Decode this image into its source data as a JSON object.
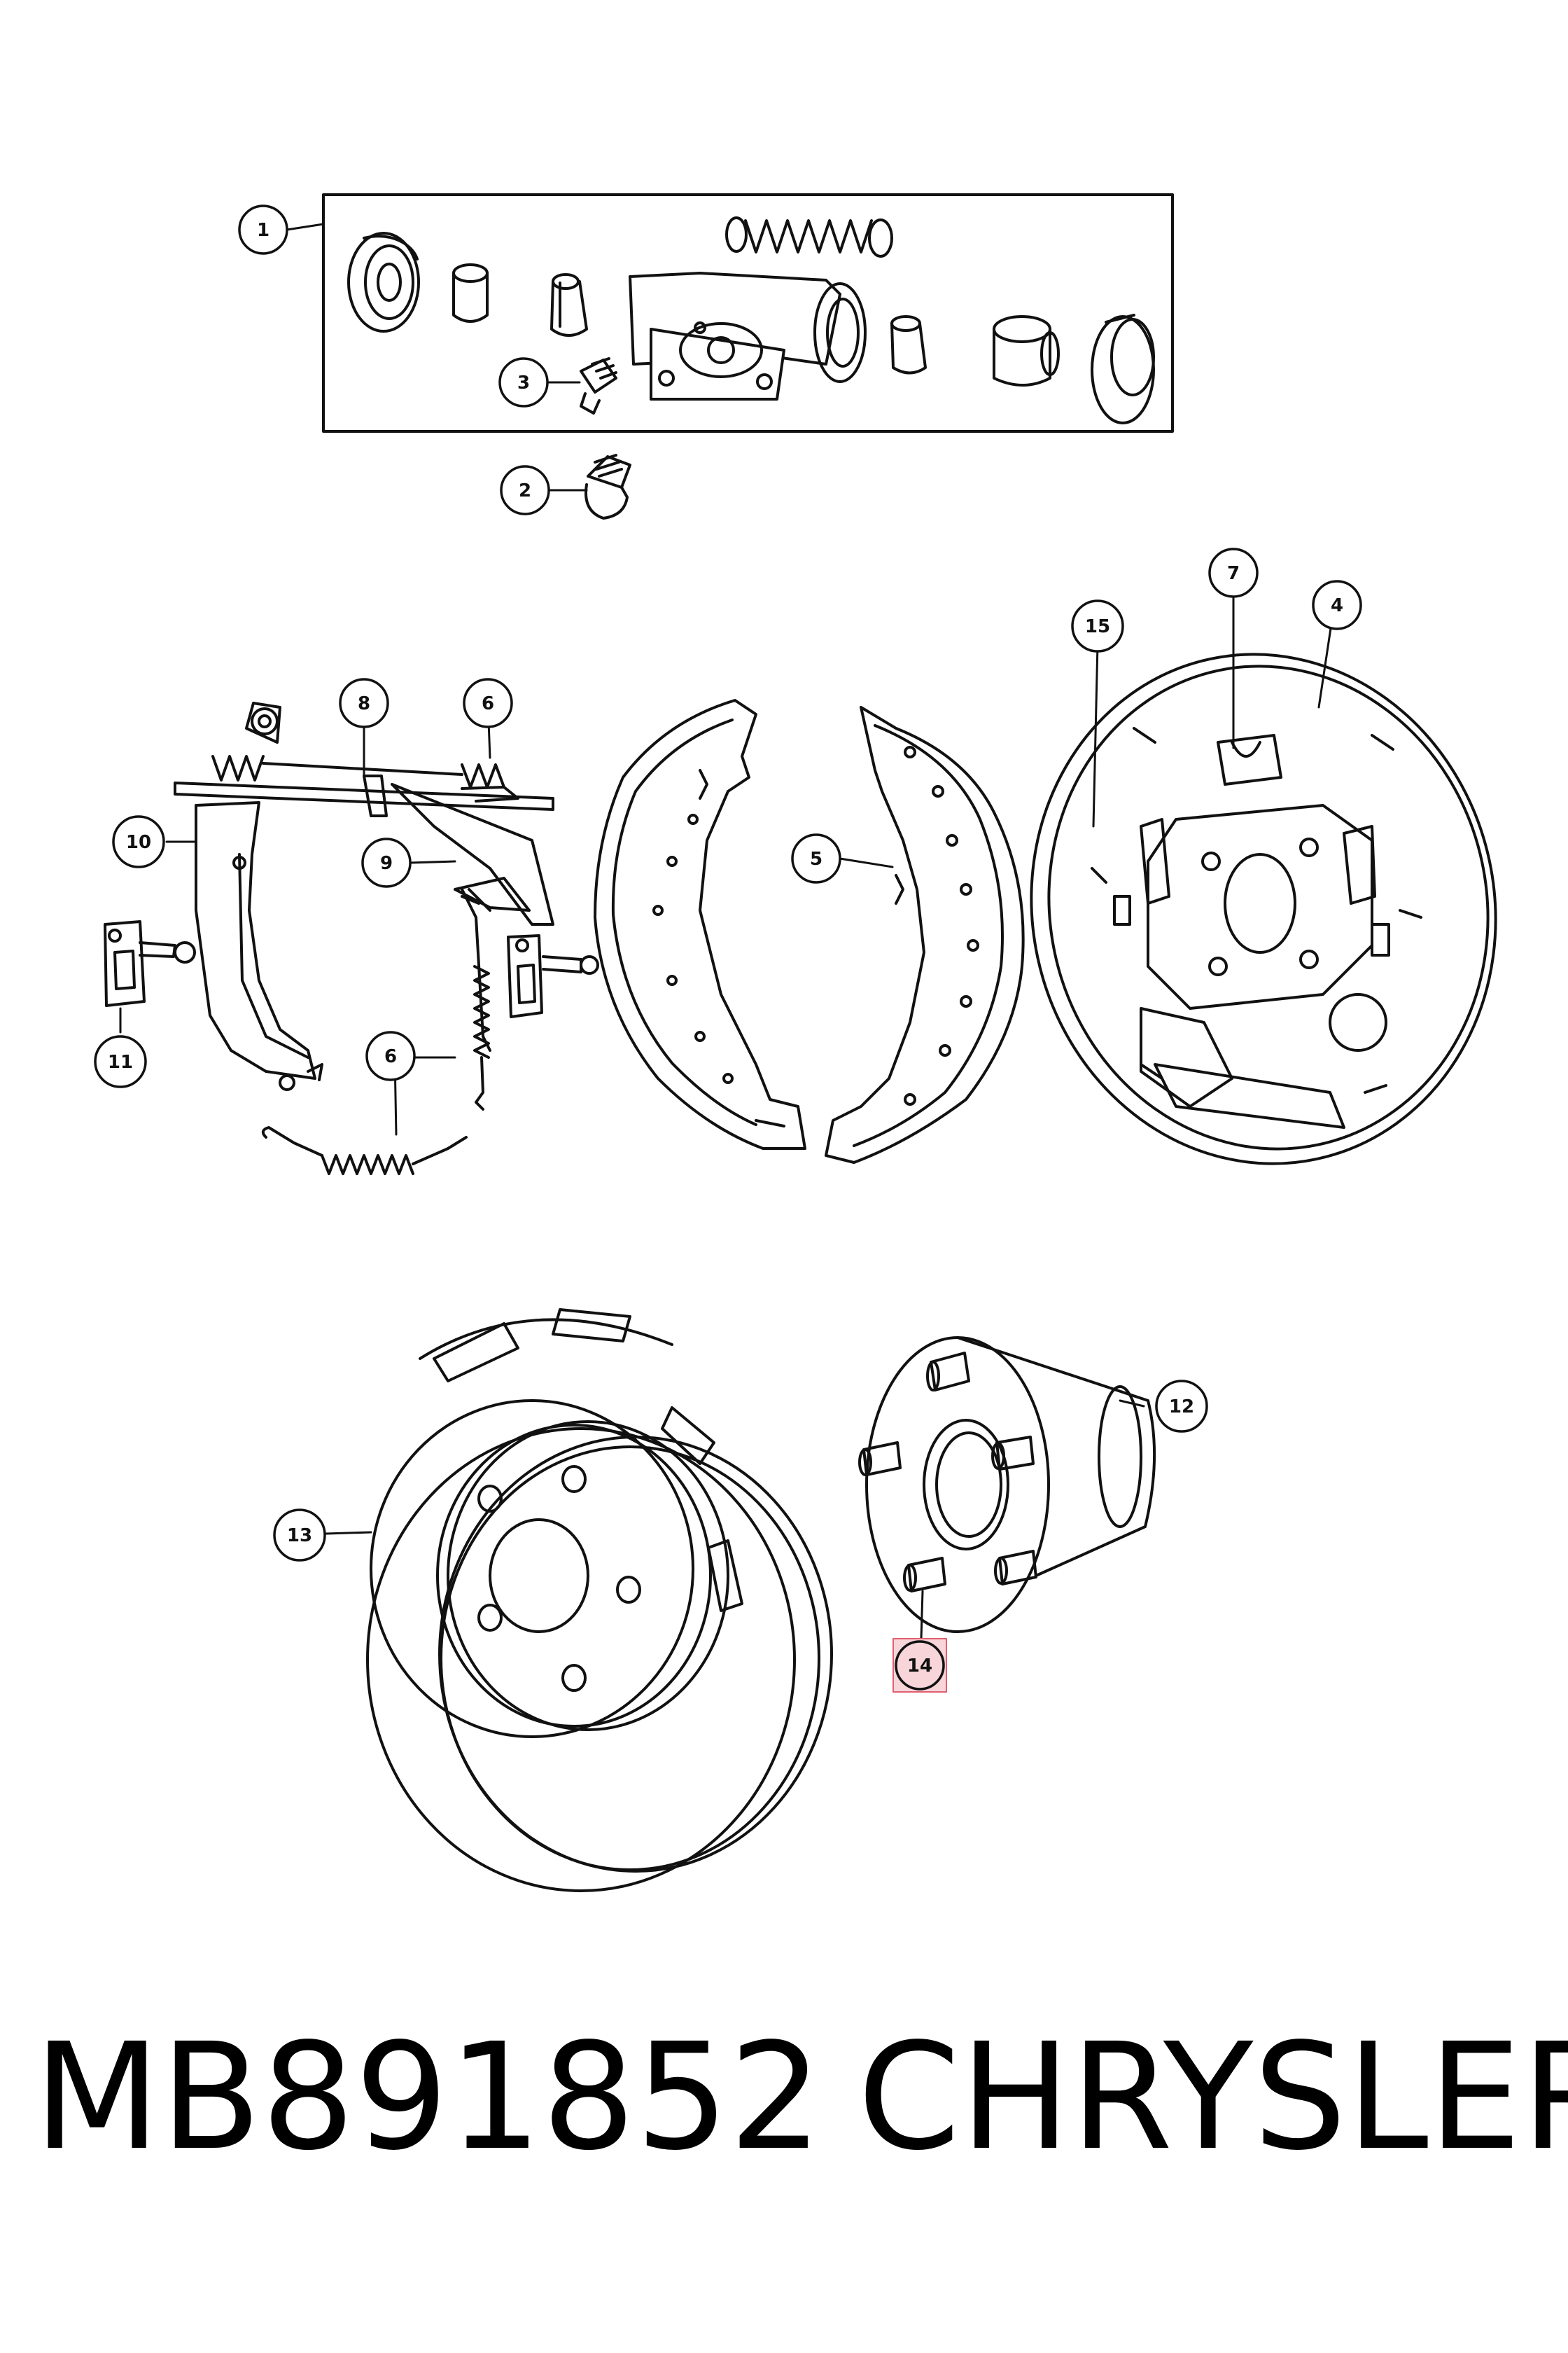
{
  "callouts": [
    "1",
    "2",
    "3",
    "4",
    "5",
    "6",
    "6",
    "7",
    "8",
    "9",
    "10",
    "11",
    "12",
    "13",
    "14",
    "15"
  ],
  "highlighted_callout": "14",
  "caption": {
    "part_number": "MB891852",
    "brand": "CHRYSLER"
  },
  "colors": {
    "line": "#111111",
    "highlight_fill": "#f7d5d9",
    "highlight_border": "#e06070"
  }
}
